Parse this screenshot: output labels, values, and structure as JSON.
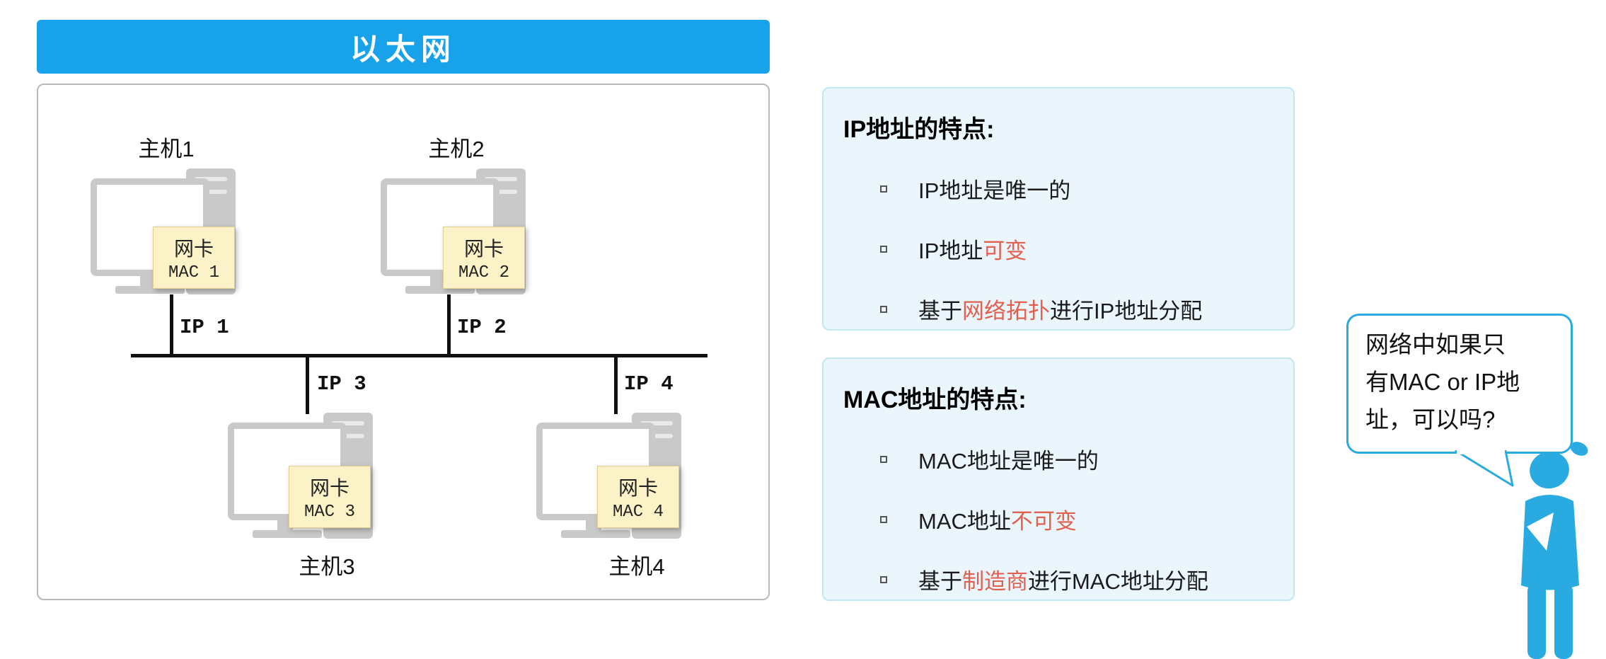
{
  "header": {
    "title": "以太网"
  },
  "diagram": {
    "hosts": [
      {
        "name": "主机1",
        "nic_line1": "网卡",
        "nic_line2": "MAC 1",
        "ip": "IP 1"
      },
      {
        "name": "主机2",
        "nic_line1": "网卡",
        "nic_line2": "MAC 2",
        "ip": "IP 2"
      },
      {
        "name": "主机3",
        "nic_line1": "网卡",
        "nic_line2": "MAC 3",
        "ip": "IP 3"
      },
      {
        "name": "主机4",
        "nic_line1": "网卡",
        "nic_line2": "MAC 4",
        "ip": "IP 4"
      }
    ]
  },
  "ip_box": {
    "title": "IP地址的特点:",
    "items": [
      {
        "pre": "IP地址是唯一的",
        "red": "",
        "post": ""
      },
      {
        "pre": "IP地址",
        "red": "可变",
        "post": ""
      },
      {
        "pre": "基于",
        "red": "网络拓扑",
        "post": "进行IP地址分配"
      }
    ]
  },
  "mac_box": {
    "title": "MAC地址的特点:",
    "items": [
      {
        "pre": "MAC地址是唯一的",
        "red": "",
        "post": ""
      },
      {
        "pre": "MAC地址",
        "red": "不可变",
        "post": ""
      },
      {
        "pre": "基于",
        "red": "制造商",
        "post": "进行MAC地址分配"
      }
    ]
  },
  "speech_bubble": {
    "lines": [
      "网络中如果只",
      "有MAC or IP地",
      "址，可以吗?"
    ]
  },
  "colors": {
    "header_blue": "#18A2E9",
    "highlight_red": "#E2604F",
    "info_box_bg": "#EAF6FC",
    "info_box_border": "#C3E7F5",
    "note_yellow": "#FCF2C8",
    "figure_blue": "#29ABE2"
  }
}
